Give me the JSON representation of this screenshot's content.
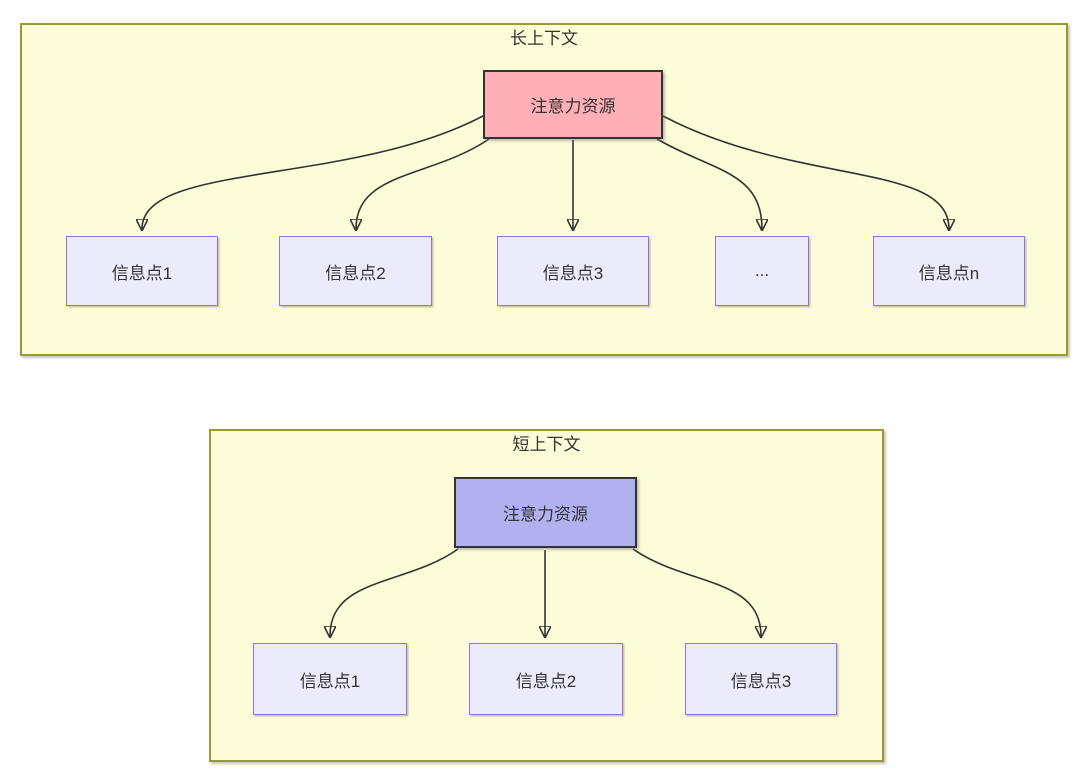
{
  "colors": {
    "page_background": "#ffffff",
    "panel_fill": "#fcfcd8",
    "panel_border": "#9a9a32",
    "source_long_fill": "#ffb0b6",
    "source_short_fill": "#b1b1f0",
    "source_border": "#333333",
    "info_fill": "#ebebfb",
    "info_border": "#9373d4",
    "arrow": "#333333",
    "text": "#333333"
  },
  "diagrams": {
    "long": {
      "title": "长上下文",
      "source": "注意力资源",
      "targets": [
        "信息点1",
        "信息点2",
        "信息点3",
        "...",
        "信息点n"
      ]
    },
    "short": {
      "title": "短上下文",
      "source": "注意力资源",
      "targets": [
        "信息点1",
        "信息点2",
        "信息点3"
      ]
    }
  }
}
